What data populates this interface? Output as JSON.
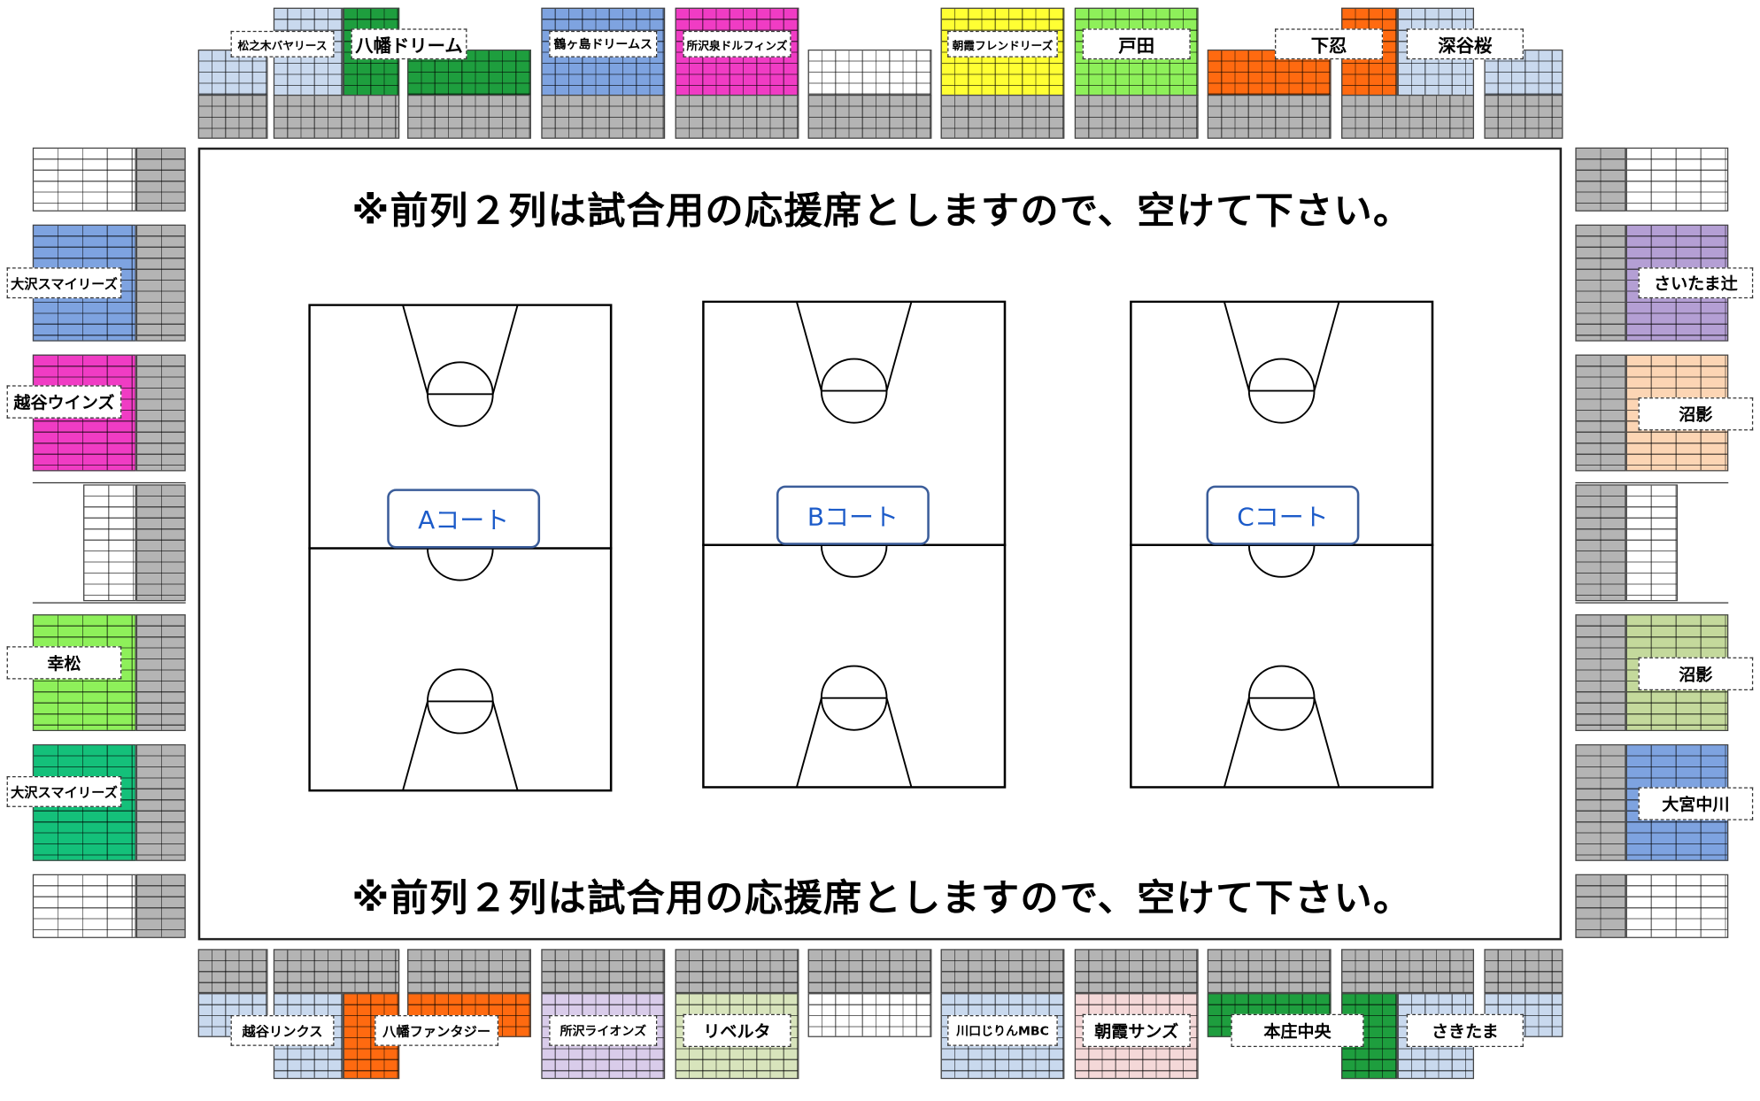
{
  "notice": "※前列２列は試合用の応援席としますので、空けて下さい。",
  "courts": [
    {
      "label": "Aコート"
    },
    {
      "label": "Bコート"
    },
    {
      "label": "Cコート"
    }
  ],
  "teams": {
    "top": [
      "松之木バヤリース",
      "八幡ドリーム",
      "鶴ヶ島ドリームス",
      "所沢泉ドルフィンズ",
      "朝霞フレンドリーズ",
      "戸田",
      "下忍",
      "深谷桜"
    ],
    "bottom": [
      "越谷リンクス",
      "八幡ファンタジー",
      "所沢ライオンズ",
      "リベルタ",
      "川口じりんMBC",
      "朝霞サンズ",
      "本庄中央",
      "さきたま"
    ],
    "left": [
      "大沢スマイリーズ",
      "越谷ウインズ",
      "幸松",
      "大沢スマイリーズ"
    ],
    "right": [
      "さいたま辻",
      "沼影",
      "沼影",
      "大宮中川"
    ]
  },
  "colors": {
    "gray": "#b4b4b4",
    "light_blue": "#c9d9ee",
    "green": "#1e9e3e",
    "blue": "#7ea3e0",
    "magenta": "#f03cc4",
    "yellow": "#ffff33",
    "lime": "#8ef05a",
    "orange": "#ff6a10",
    "teal": "#14c07a",
    "purple": "#b49fd4",
    "peach": "#fcd5b4",
    "sage": "#c4d99c",
    "lavender": "#d9ccea",
    "pale_green": "#d8e4bc",
    "pink": "#f4d8d8"
  }
}
